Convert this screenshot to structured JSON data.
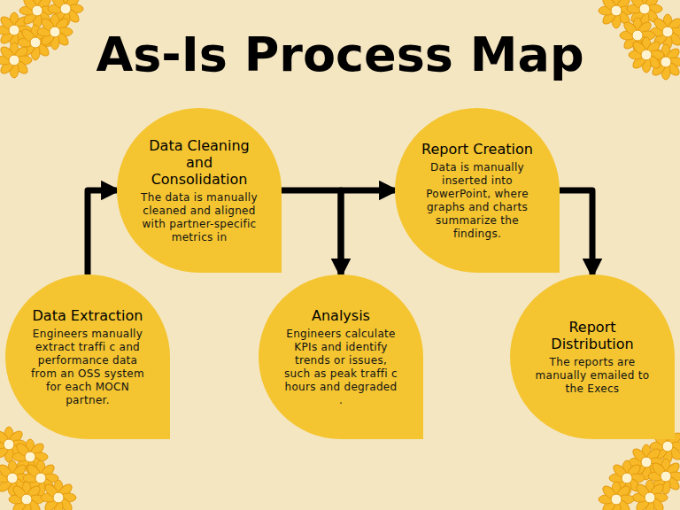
{
  "diagram": {
    "title": "As-Is Process Map",
    "nodes": [
      {
        "text": [
          "Data Extraction",
          "Engineers manually extract traffi c and performance data from an OSS system for each MOCN partner."
        ]
      },
      {
        "text": [
          "Data Cleaning and Consolidation",
          "The data is manually cleaned and aligned with partner-specific metrics in"
        ]
      },
      {
        "text": [
          "Analysis",
          "Engineers calculate KPIs and identify trends or issues, such as peak traffi c hours and degraded ."
        ]
      },
      {
        "text": [
          "Report Creation",
          "Data is manually inserted into PowerPoint, where graphs and charts summarize the findings."
        ]
      },
      {
        "text": [
          "Report Distribution",
          "The reports are manually emailed to the Execs"
        ]
      }
    ],
    "edges": [
      {
        "from": 0,
        "to": 1,
        "arrow": "to"
      },
      {
        "from": 1,
        "to": 2,
        "arrow": "to"
      },
      {
        "from": 2,
        "to": 3,
        "arrow": "to"
      },
      {
        "from": 3,
        "to": 4,
        "arrow": "to"
      }
    ]
  }
}
